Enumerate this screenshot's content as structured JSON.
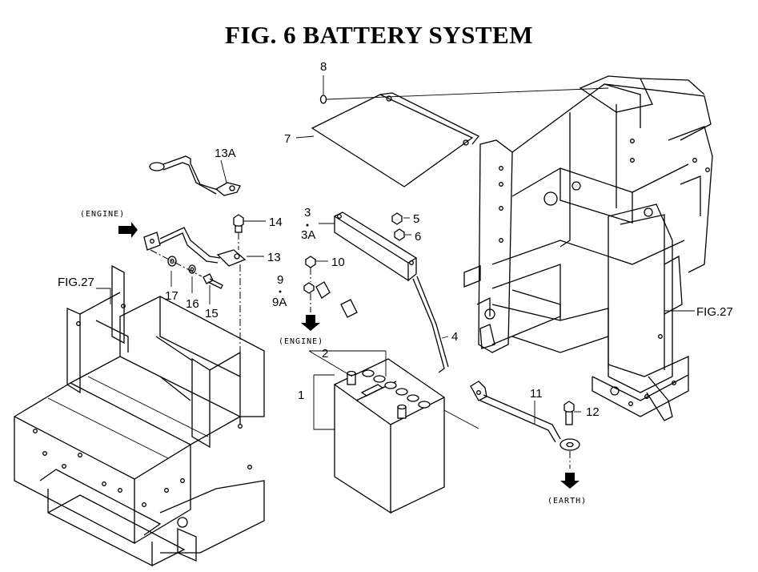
{
  "title": "FIG. 6  BATTERY SYSTEM",
  "labels": {
    "p1": "1",
    "p2": "2",
    "p3": "3",
    "p3a": "3A",
    "p4": "4",
    "p5": "5",
    "p6": "6",
    "p7": "7",
    "p8": "8",
    "p9": "9",
    "p9a": "9A",
    "p10": "10",
    "p11": "11",
    "p12": "12",
    "p13": "13",
    "p13a": "13A",
    "p14": "14",
    "p15": "15",
    "p16": "16",
    "p17": "17",
    "fig27_left": "FIG.27",
    "fig27_right": "FIG.27"
  },
  "tags": {
    "engine_top": "(ENGINE)",
    "engine_mid": "(ENGINE)",
    "earth": "(EARTH)"
  }
}
